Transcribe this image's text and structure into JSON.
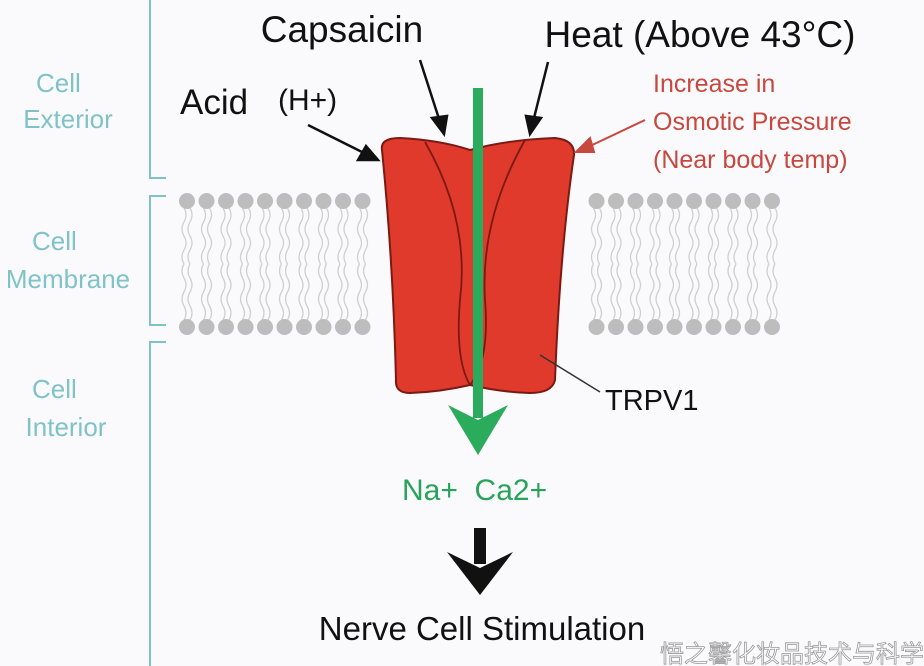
{
  "regions": {
    "exterior": [
      "Cell",
      "Exterior"
    ],
    "membrane": [
      "Cell",
      "Membrane"
    ],
    "interior": [
      "Cell",
      "Interior"
    ]
  },
  "labels": {
    "capsaicin": "Capsaicin",
    "heat": "Heat (Above 43°C)",
    "acid": "Acid",
    "acid_ion": "(H+)",
    "osmotic": [
      "Increase in",
      "Osmotic Pressure",
      "(Near body temp)"
    ],
    "channel": "TRPV1",
    "ions": "Na+  Ca2+",
    "result": "Nerve Cell Stimulation"
  },
  "watermark": "悟之馨化妆品技术与科学",
  "colors": {
    "region": "#7fc3c9",
    "channel": "#e03a2c",
    "flow": "#27a35a",
    "osmotic": "#c8473e",
    "lipid": "#bdbdbd"
  }
}
